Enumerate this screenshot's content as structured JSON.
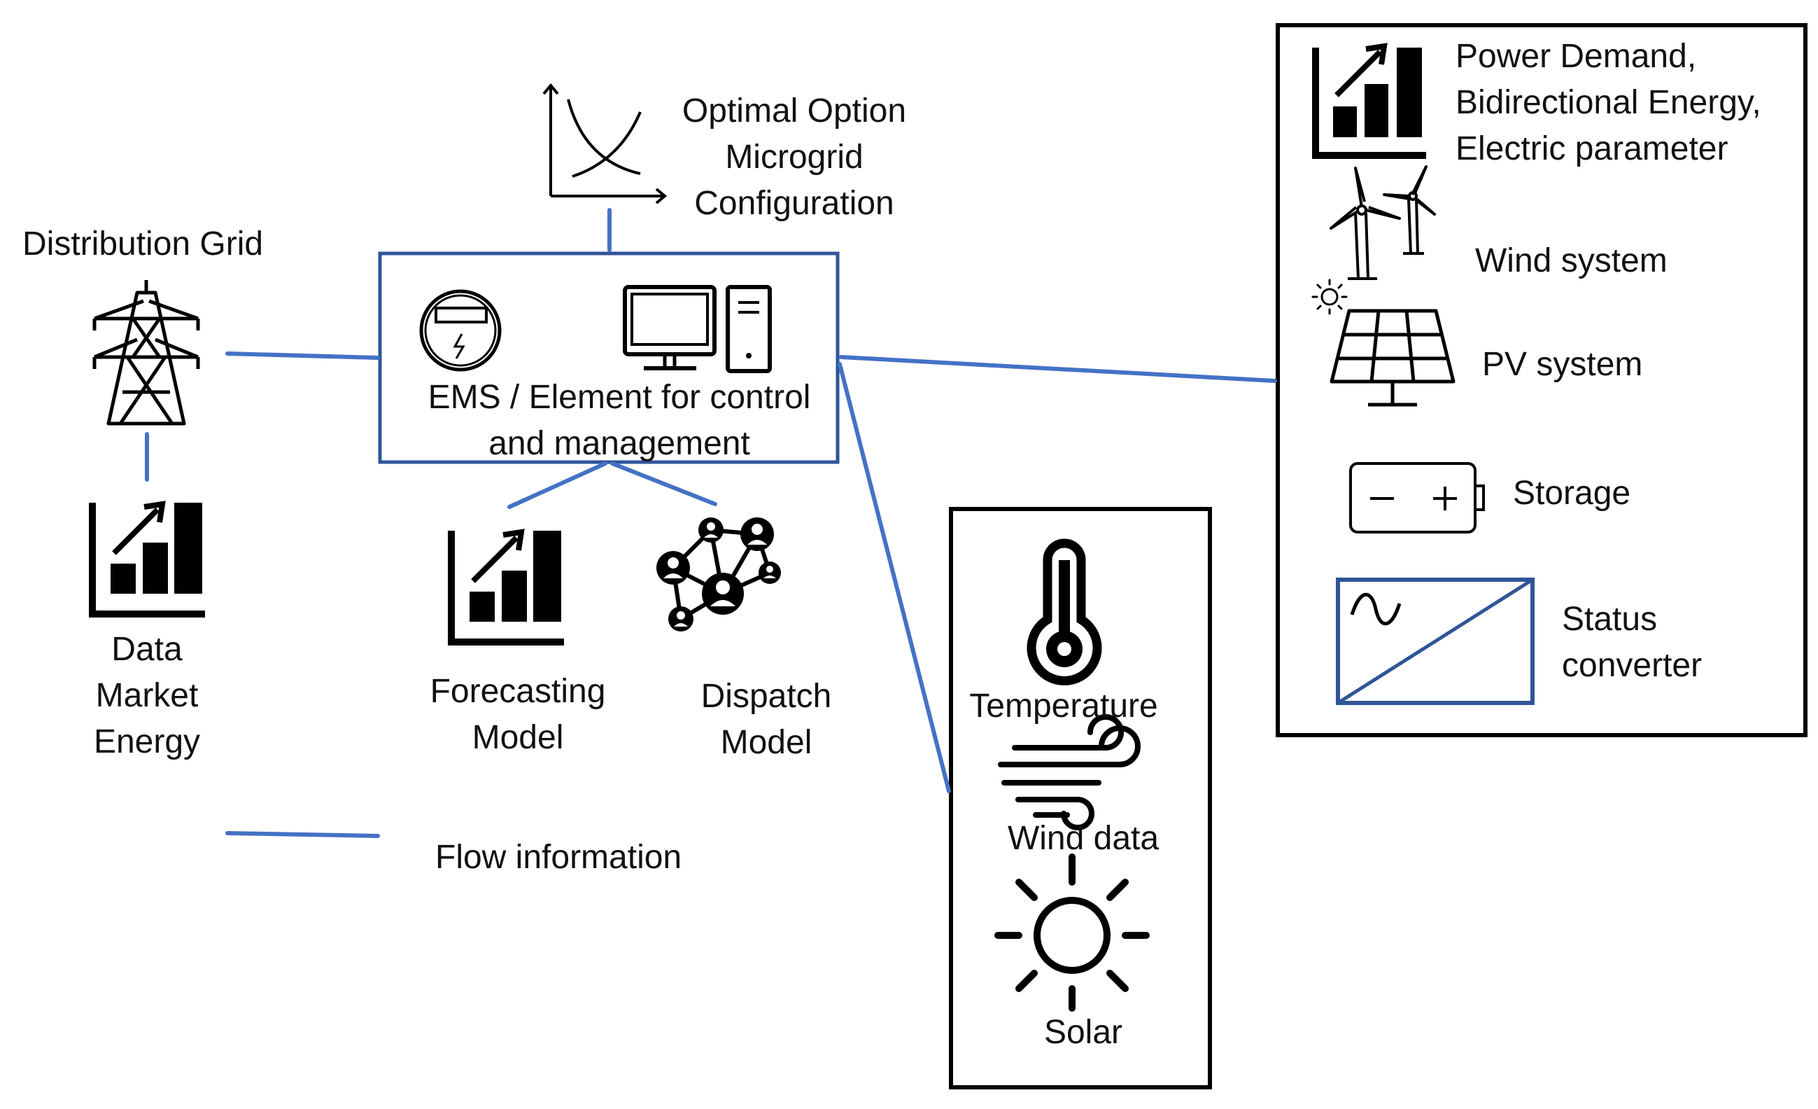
{
  "colors": {
    "accent": "#4472c4",
    "ink": "#000000",
    "background": "#ffffff"
  },
  "labels": {
    "distribution_grid": "Distribution Grid",
    "optimal_option": [
      "Optimal Option",
      "Microgrid",
      "Configuration"
    ],
    "ems": [
      "EMS / Element for control",
      "and management"
    ],
    "data_market_energy": [
      "Data",
      "Market",
      "Energy"
    ],
    "forecasting_model": [
      "Forecasting",
      "Model"
    ],
    "dispatch_model": [
      "Dispatch",
      "Model"
    ],
    "flow_information": "Flow information",
    "temperature": "Temperature",
    "wind_data": "Wind data",
    "solar": "Solar",
    "power_demand": [
      "Power Demand,",
      "Bidirectional Energy,",
      "Electric parameter"
    ],
    "wind_system": "Wind system",
    "pv_system": "PV system",
    "storage": "Storage",
    "status_converter": [
      "Status",
      "converter"
    ]
  },
  "icons": [
    "transmission-tower-icon",
    "bar-chart-growth-icon",
    "optimization-curve-icon",
    "electric-meter-icon",
    "desktop-computer-icon",
    "network-people-icon",
    "thermometer-icon",
    "wind-icon",
    "sun-icon",
    "wind-turbine-icon",
    "solar-panel-icon",
    "battery-icon",
    "converter-icon"
  ]
}
